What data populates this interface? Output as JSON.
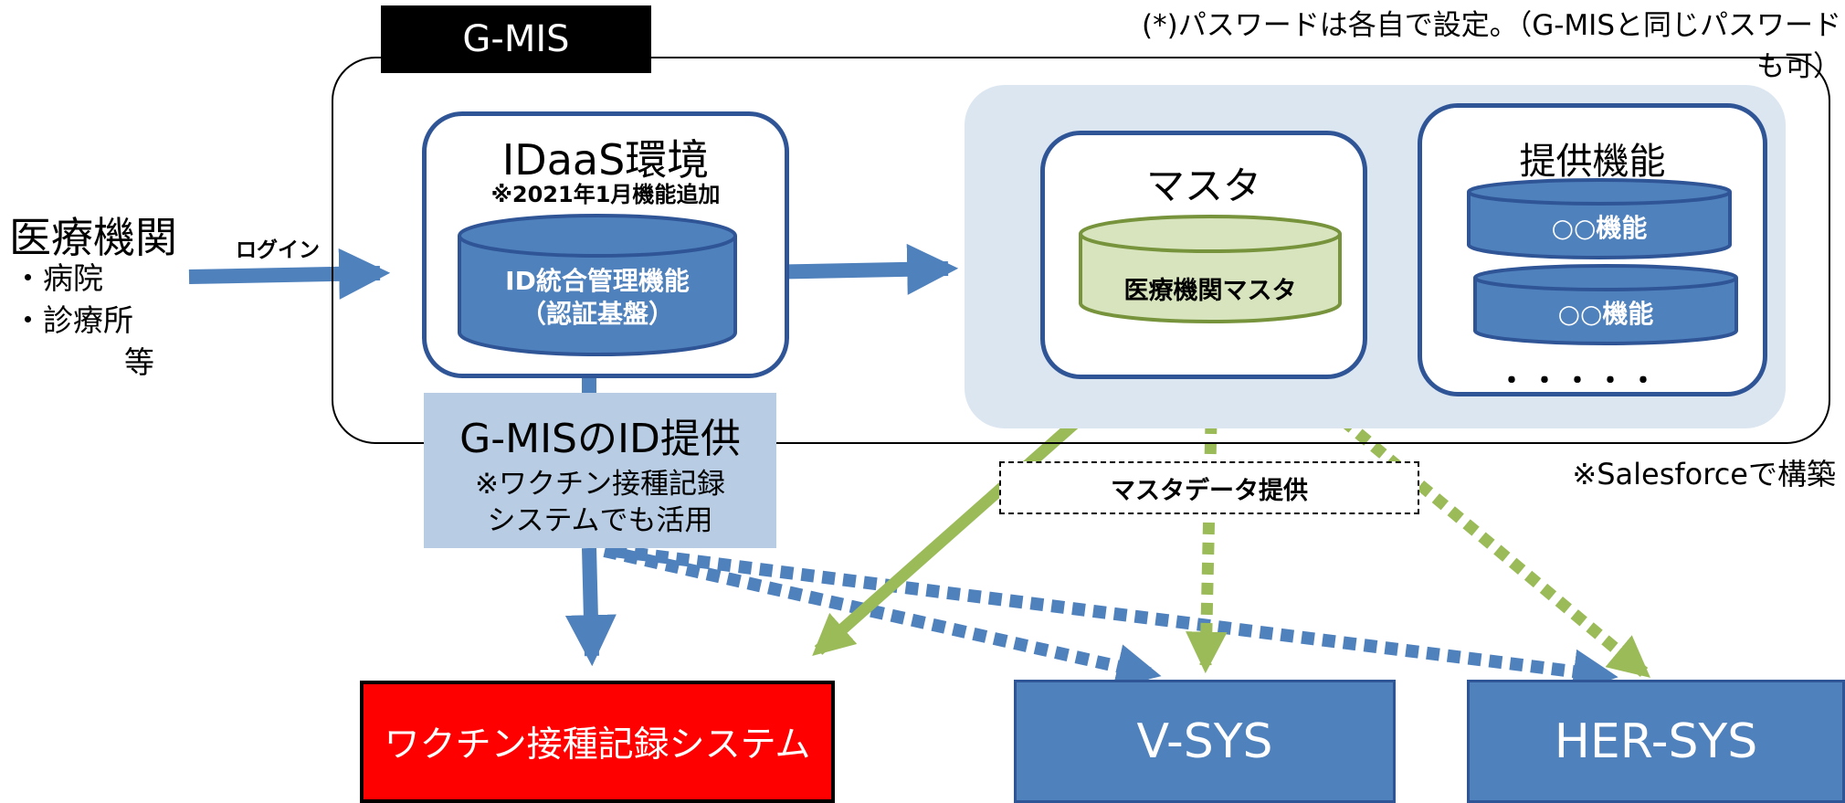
{
  "header": {
    "tab_label": "G-MIS",
    "password_note": "(*)パスワードは各自で設定。（G-MISと同じパスワードも可）"
  },
  "left": {
    "institution": "医療機関",
    "items": [
      "・病院",
      "・診療所",
      "等"
    ],
    "login_label": "ログイン"
  },
  "idaas": {
    "title": "IDaaS環境",
    "subtitle": "※2021年1月機能追加",
    "db_label_1": "ID統合管理機能",
    "db_label_2": "（認証基盤）"
  },
  "gmis_id": {
    "title": "G-MISのID提供",
    "note_1": "※ワクチン接種記録",
    "note_2": "システムでも活用"
  },
  "master": {
    "title": "マスタ",
    "db_label": "医療機関マスタ",
    "provide_label": "マスタデータ提供"
  },
  "features": {
    "title": "提供機能",
    "items": [
      "○○機能",
      "○○機能"
    ],
    "ellipsis": "・・・・・"
  },
  "salesforce_note": "※Salesforceで構築",
  "systems": {
    "vaccine": "ワクチン接種記録システム",
    "vsys": "V-SYS",
    "hersys": "HER-SYS"
  },
  "colors": {
    "blue_fill": "#4f81bd",
    "blue_border": "#2f5597",
    "green_fill": "#d7e4bd",
    "green_border": "#77933c",
    "green_arrow": "#9bbb59",
    "panel": "#dce6f1",
    "id_panel": "#b8cce4",
    "red_system": "#ff0000"
  }
}
